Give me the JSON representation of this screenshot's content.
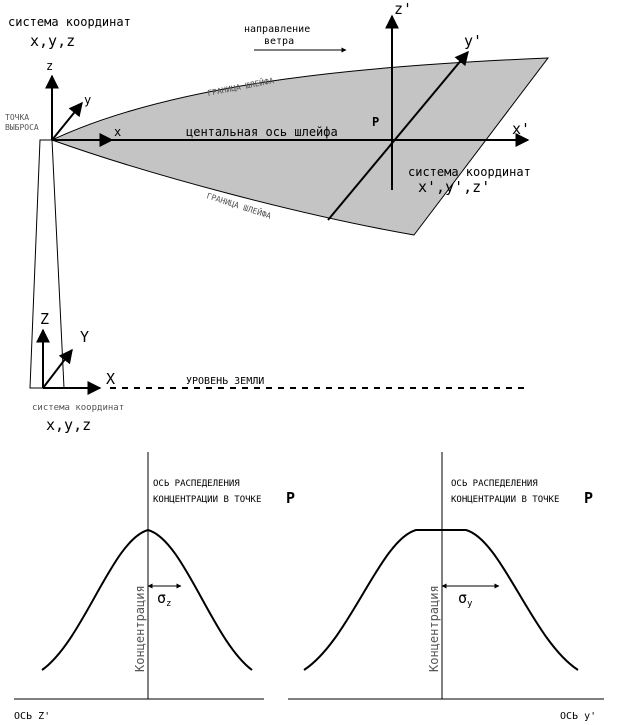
{
  "top": {
    "src_coord_label": "система координат",
    "src_coord_axes": "x,y,z",
    "wind_label_1": "направление",
    "wind_label_2": "ветра",
    "release_point_1": "ТОЧКА",
    "release_point_2": "ВЫБРОСА",
    "plume_boundary_top": "ГРАНИЦА ШЛЕЙФА",
    "plume_boundary_bottom": "ГРАНИЦА ШЛЕЙФА",
    "centerline": "центальная ось шлейфа",
    "point_p": "P",
    "axis_z_small": "z",
    "axis_y_small": "y",
    "axis_x_small": "x",
    "axis_z_prime": "z'",
    "axis_y_prime": "y'",
    "axis_x_prime": "x'",
    "p_coord_label": "система координат",
    "p_coord_axes": "x',y',z'",
    "ground_axis_z": "Z",
    "ground_axis_y": "Y",
    "ground_axis_x": "X",
    "ground_level": "УРОВЕНЬ ЗЕМЛИ",
    "ground_coord_label": "система координат",
    "ground_coord_axes": "x,y,z"
  },
  "left_curve": {
    "caption_1": "ОСЬ РАСПЕДЕЛЕНИЯ",
    "caption_2": "КОНЦЕНТРАЦИИ В ТОЧКЕ",
    "point_p": "P",
    "ordinate": "Концентрация",
    "sigma": "σ",
    "sigma_sub": "z",
    "abscissa": "ОСЬ Z'"
  },
  "right_curve": {
    "caption_1": "ОСЬ РАСПЕДЕЛЕНИЯ",
    "caption_2": "КОНЦЕНТРАЦИИ В ТОЧКЕ",
    "point_p": "P",
    "ordinate": "Концентрация",
    "sigma": "σ",
    "sigma_sub": "y",
    "abscissa": "ОСЬ y'"
  },
  "colors": {
    "plume_fill": "#c4c4c4",
    "line": "#000000"
  }
}
